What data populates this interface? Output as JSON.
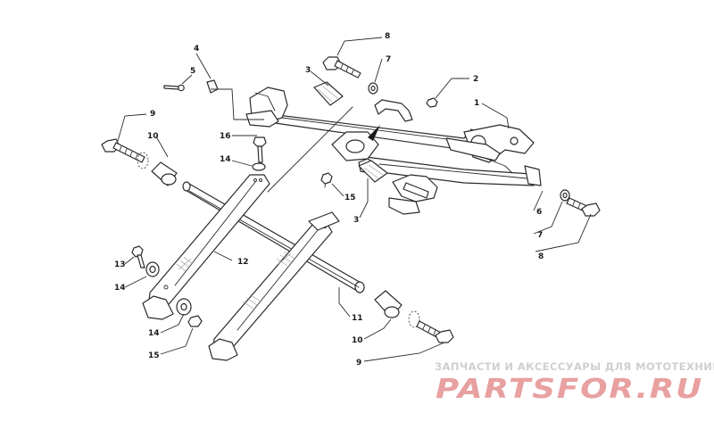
{
  "diagram": {
    "callouts": [
      "1",
      "2",
      "3",
      "3",
      "4",
      "5",
      "6",
      "7",
      "7",
      "8",
      "8",
      "9",
      "9",
      "10",
      "10",
      "11",
      "12",
      "13",
      "14",
      "14",
      "15",
      "15",
      "16"
    ]
  },
  "watermark": {
    "subtitle": "ЗАПЧАСТИ И АКСЕССУАРЫ ДЛЯ МОТОТЕХНИКИ",
    "logo": "PARTSFOR.RU"
  },
  "colors": {
    "line": "#2b2b2b",
    "watermark_logo": "#e8a0a0",
    "watermark_text": "#cfcfcf"
  }
}
